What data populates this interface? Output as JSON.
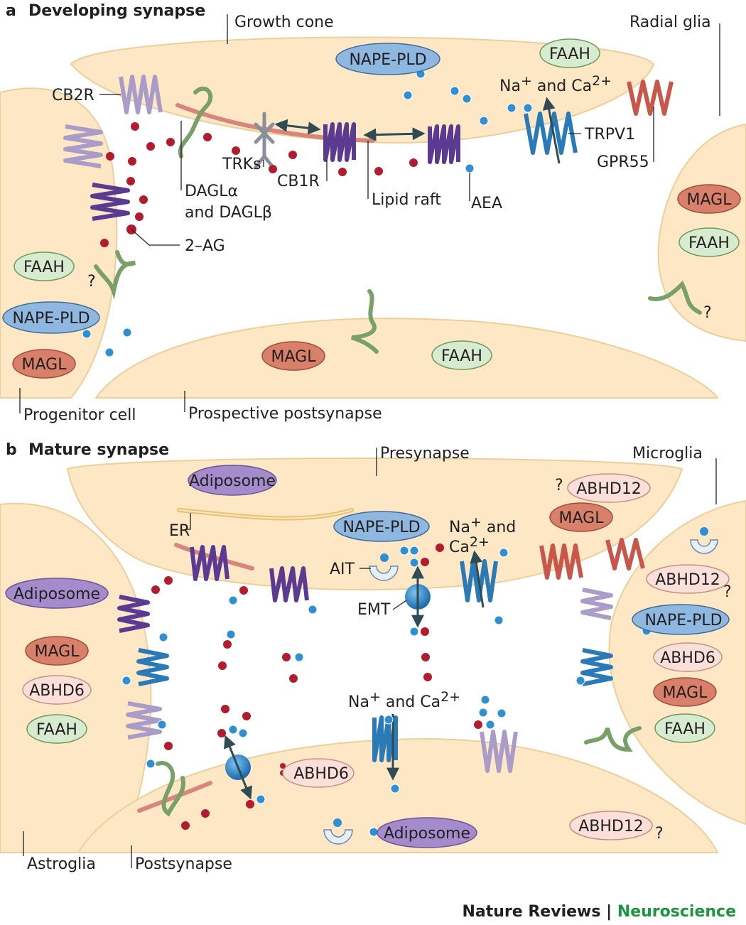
{
  "panel_a": {
    "letter": "a",
    "title": "Developing synapse",
    "labels": {
      "growth_cone": "Growth cone",
      "radial_glia": "Radial glia",
      "cb2r": "CB2R",
      "trks": "TRKs",
      "cb1r": "CB1R",
      "lipid_raft": "Lipid raft",
      "aea": "AEA",
      "dagl_line1": "DAGLα",
      "dagl_line2": "and DAGLβ",
      "two_ag": "2–AG",
      "na_ca": "Na",
      "trpv1": "TRPV1",
      "gpr55": "GPR55",
      "progenitor_cell": "Progenitor cell",
      "prospective_postsynapse": "Prospective postsynapse",
      "question": "?"
    },
    "pills": {
      "nape_pld_top": "NAPE-PLD",
      "faah_top": "FAAH",
      "magl_right": "MAGL",
      "faah_right": "FAAH",
      "faah_left": "FAAH",
      "nape_pld_left": "NAPE-PLD",
      "magl_left": "MAGL",
      "magl_bottom": "MAGL",
      "faah_bottom": "FAAH"
    }
  },
  "panel_b": {
    "letter": "b",
    "title": "Mature synapse",
    "labels": {
      "presynapse": "Presynapse",
      "microglia": "Microglia",
      "er": "ER",
      "ait": "AIT",
      "emt": "EMT",
      "na_ca_top_1": "Na",
      "na_ca_top_2": "and",
      "na_ca_top_3": "Ca",
      "na_ca_mid": "Na",
      "astroglia": "Astroglia",
      "postsynapse": "Postsynapse",
      "question": "?"
    },
    "pills": {
      "adiposome_top": "Adiposome",
      "abhd12_top": "ABHD12",
      "magl_top": "MAGL",
      "nape_pld_center": "NAPE-PLD",
      "adiposome_left": "Adiposome",
      "magl_left": "MAGL",
      "abhd6_left": "ABHD6",
      "faah_left": "FAAH",
      "abhd12_right": "ABHD12",
      "nape_pld_right": "NAPE-PLD",
      "abhd6_right": "ABHD6",
      "magl_right": "MAGL",
      "faah_right": "FAAH",
      "abhd6_post": "ABHD6",
      "adiposome_post": "Adiposome",
      "abhd12_post": "ABHD12"
    }
  },
  "footer": {
    "journal": "Nature Reviews",
    "separator": " | ",
    "section": "Neuroscience"
  },
  "colors": {
    "cell_fill": "#fde7c4",
    "cell_stroke": "#eccf9a",
    "nape_pld": "#8fb8e0",
    "faah": "#d7ebcf",
    "magl": "#d9806b",
    "abhd": "#fbe0da",
    "adiposome": "#a48ccc",
    "two_ag": "#b31b2e",
    "aea": "#2e8fd3",
    "cb1r": "#5b3a92",
    "cb2r": "#a99cc9",
    "trpv1": "#2b7ab8",
    "gpr55": "#c8564a",
    "lipid_raft": "#d8867b",
    "arrow": "#2f4b53"
  }
}
